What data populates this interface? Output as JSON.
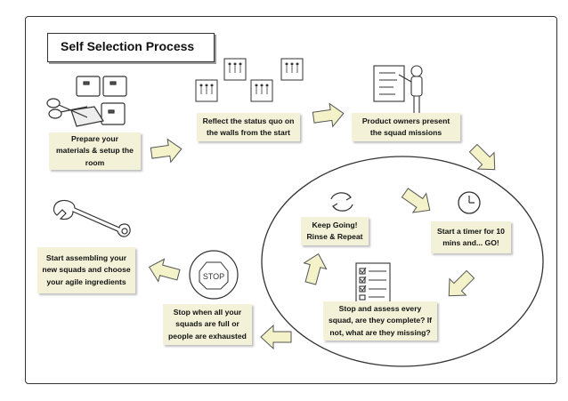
{
  "title": "Self Selection Process",
  "steps": [
    "Prepare your materials & setup the room",
    "Reflect the status quo on the walls from the start",
    "Product owners present the squad missions",
    "Start a timer for 10 mins and... GO!",
    "Stop and assess every squad, are they complete? If not, what are they missing?",
    "Keep Going! Rinse & Repeat",
    "Stop when all your squads are full or people are exhausted",
    "Start assembling your new squads and choose your agile ingredients"
  ],
  "stop_sign_text": "STOP",
  "colors": {
    "note": "#f3f2d8",
    "arrow": "#f3f2c8",
    "stroke": "#333333"
  },
  "icons": [
    "scissors-icon",
    "paper-cards-icon",
    "people-posters-icon",
    "presenter-icon",
    "clock-icon",
    "checklist-icon",
    "cycle-arrows-icon",
    "stop-sign-icon",
    "wrench-icon"
  ]
}
